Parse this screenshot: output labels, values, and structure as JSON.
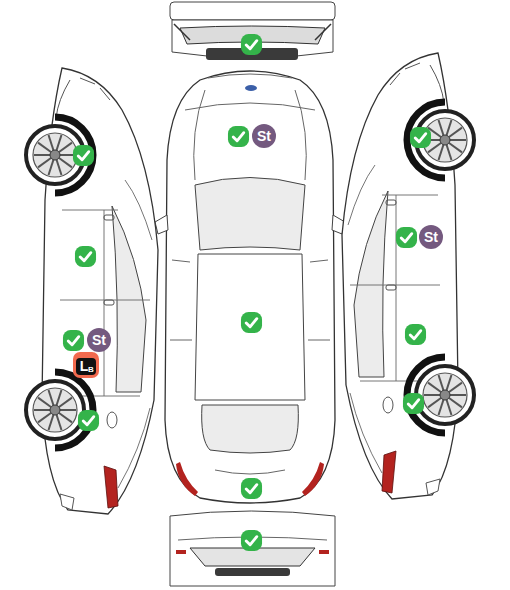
{
  "diagram": {
    "labels": [
      "St",
      "St",
      "St",
      "L",
      "B"
    ]
  }
}
